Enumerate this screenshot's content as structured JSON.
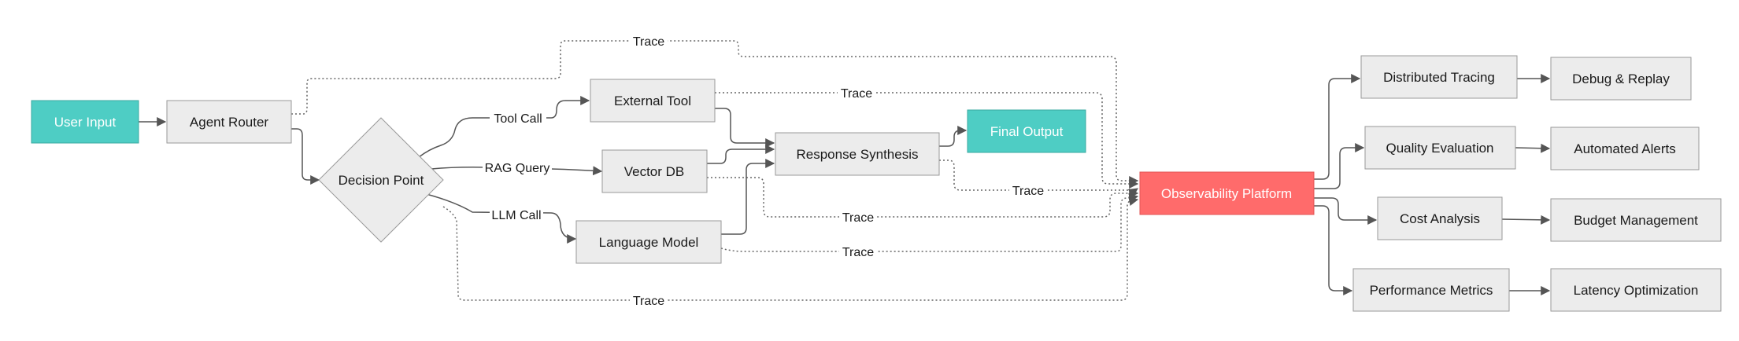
{
  "colors": {
    "node_fill": "#ececec",
    "node_stroke": "#999999",
    "accent_teal": "#4ecdc4",
    "accent_red": "#ff6b6b"
  },
  "nodes": {
    "user_input": "User Input",
    "agent_router": "Agent Router",
    "decision_point": "Decision Point",
    "external_tool": "External Tool",
    "vector_db": "Vector DB",
    "language_model": "Language Model",
    "response_synthesis": "Response Synthesis",
    "final_output": "Final Output",
    "observability_platform": "Observability Platform",
    "distributed_tracing": "Distributed Tracing",
    "quality_evaluation": "Quality Evaluation",
    "cost_analysis": "Cost Analysis",
    "performance_metrics": "Performance Metrics",
    "debug_replay": "Debug & Replay",
    "automated_alerts": "Automated Alerts",
    "budget_management": "Budget Management",
    "latency_optimization": "Latency Optimization"
  },
  "edge_labels": {
    "tool_call": "Tool Call",
    "rag_query": "RAG Query",
    "llm_call": "LLM Call",
    "trace": "Trace"
  }
}
